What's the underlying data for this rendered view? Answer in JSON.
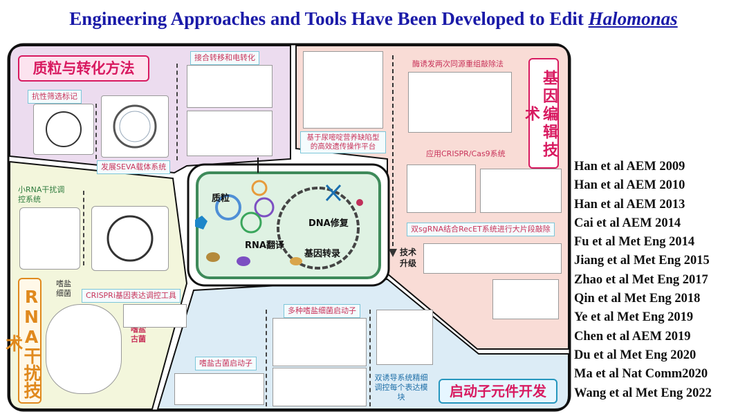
{
  "title": {
    "main": "Engineering Approaches and Tools Have Been Developed to Edit",
    "italic": "Halomonas"
  },
  "sections": {
    "plasmid": {
      "heading": "质粒与转化方法",
      "labels": [
        "接合转移和电转化",
        "抗性筛选标记",
        "发展SEVA载体系统"
      ]
    },
    "gene_editing": {
      "heading": "基因编辑技术",
      "labels": [
        "酶诱发两次同源重组敲除法",
        "基于尿嘧啶营养缺陷型的高效遗传操作平台",
        "应用CRISPR/Cas9系统",
        "双sgRNA结合RecET系统进行大片段敲除"
      ],
      "upgrade": "技术升级"
    },
    "rna": {
      "heading": "RNA干扰技术",
      "labels": [
        "小RNA干扰调控系统",
        "CRISPRi基因表达调控工具"
      ],
      "halophile_bacteria": "嗜盐细菌",
      "halophile_archaea": "嗜盐古菌"
    },
    "promoter": {
      "heading": "启动子元件开发",
      "labels": [
        "多种嗜盐细菌启动子",
        "嗜盐古菌启动子",
        "双诱导系统精细调控每个表达模块"
      ]
    },
    "center": {
      "plasmid": "质粒",
      "dna_repair": "DNA修复",
      "translation": "RNA翻译",
      "transcription": "基因转录"
    }
  },
  "citations": [
    "Han et al AEM 2009",
    "Han et al AEM 2010",
    "Han et al AEM 2013",
    "Cai et al AEM 2014",
    "Fu et al Met Eng 2014",
    "Jiang et al Met Eng 2015",
    "Zhao et al Met Eng 2017",
    "Qin et al Met Eng 2018",
    "Ye et al Met Eng 2019",
    "Chen et al AEM 2019",
    "Du et al Met Eng 2020",
    "Ma et al Nat Comm2020",
    "Wang et al Met Eng 2022"
  ],
  "colors": {
    "title": "#1a1aa8",
    "plasmid_bg": "#ecdcef",
    "editing_bg": "#f9dcd6",
    "rna_bg": "#f3f6dc",
    "promoter_bg": "#dcecf6",
    "center_bg": "#dff2e3",
    "accent": "#d81a60"
  }
}
